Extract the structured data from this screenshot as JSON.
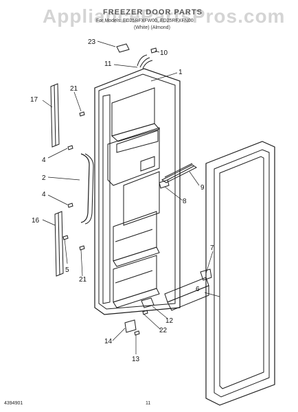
{
  "header": {
    "watermark": "AppliancePartsPros.com",
    "title": "FREEZER DOOR PARTS",
    "models_line": "For Models: ED25RFXFW00, ED25RFXFN00",
    "color_codes": "(White)            (Almond)"
  },
  "callouts": [
    "1",
    "2",
    "4",
    "4",
    "5",
    "6",
    "7",
    "8",
    "9",
    "10",
    "11",
    "12",
    "13",
    "14",
    "16",
    "17",
    "21",
    "21",
    "22",
    "23"
  ],
  "footer": {
    "left_code": "4394901",
    "page_number": "11"
  },
  "colors": {
    "line": "#1a1a1a",
    "watermark": "#d4d4d4"
  }
}
